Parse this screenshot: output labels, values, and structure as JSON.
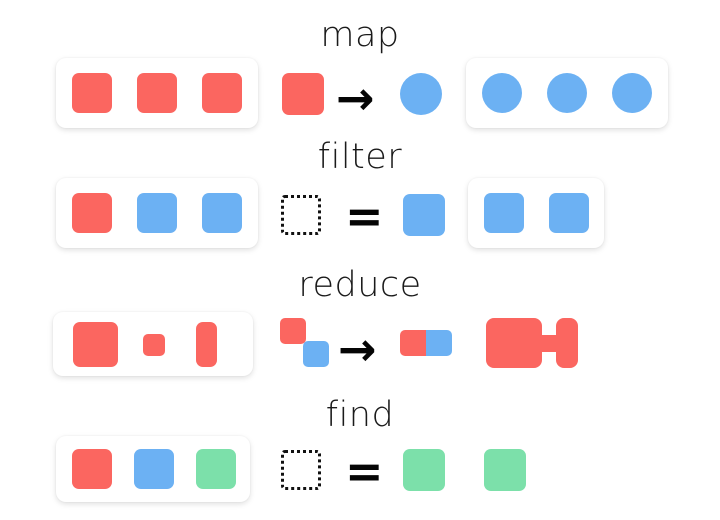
{
  "diagram": {
    "title_font_color": "#1a1a1a",
    "background": "#ffffff"
  },
  "palette": {
    "red": "#fb6660",
    "blue": "#6cb1f3",
    "green": "#7ce0aa",
    "outline": "#111111",
    "card_bg": "#ffffff"
  },
  "rows": [
    {
      "label": "map",
      "input": {
        "type": "card",
        "items": [
          {
            "shape": "square",
            "color": "#fb6660"
          },
          {
            "shape": "square",
            "color": "#fb6660"
          },
          {
            "shape": "square",
            "color": "#fb6660"
          }
        ]
      },
      "operation": {
        "kind": "transform",
        "operator": "→",
        "from": {
          "shape": "square",
          "color": "#fb6660"
        },
        "to": {
          "shape": "circle",
          "color": "#6cb1f3"
        }
      },
      "output": {
        "type": "card",
        "items": [
          {
            "shape": "circle",
            "color": "#6cb1f3"
          },
          {
            "shape": "circle",
            "color": "#6cb1f3"
          },
          {
            "shape": "circle",
            "color": "#6cb1f3"
          }
        ]
      }
    },
    {
      "label": "filter",
      "input": {
        "type": "card",
        "items": [
          {
            "shape": "square",
            "color": "#fb6660"
          },
          {
            "shape": "square",
            "color": "#6cb1f3"
          },
          {
            "shape": "square",
            "color": "#6cb1f3"
          }
        ]
      },
      "operation": {
        "kind": "predicate",
        "operator": "=",
        "from": {
          "shape": "dashed-square",
          "color": "transparent"
        },
        "to": {
          "shape": "square",
          "color": "#6cb1f3"
        }
      },
      "output": {
        "type": "card",
        "items": [
          {
            "shape": "square",
            "color": "#6cb1f3"
          },
          {
            "shape": "square",
            "color": "#6cb1f3"
          }
        ]
      }
    },
    {
      "label": "reduce",
      "input": {
        "type": "card",
        "items": [
          {
            "shape": "square-large",
            "color": "#fb6660"
          },
          {
            "shape": "square-small",
            "color": "#fb6660"
          },
          {
            "shape": "rect-tall",
            "color": "#fb6660"
          }
        ]
      },
      "operation": {
        "kind": "accumulate",
        "operator": "→",
        "from": [
          {
            "shape": "square-small",
            "color": "#fb6660"
          },
          {
            "shape": "square-small",
            "color": "#6cb1f3"
          }
        ],
        "to": [
          {
            "shape": "square-small",
            "color": "#fb6660"
          },
          {
            "shape": "square-small",
            "color": "#6cb1f3"
          }
        ]
      },
      "output": {
        "type": "bare",
        "items": [
          {
            "shape": "merged-blob",
            "color": "#fb6660"
          }
        ]
      }
    },
    {
      "label": "find",
      "input": {
        "type": "card",
        "items": [
          {
            "shape": "square",
            "color": "#fb6660"
          },
          {
            "shape": "square",
            "color": "#6cb1f3"
          },
          {
            "shape": "square",
            "color": "#7ce0aa"
          }
        ]
      },
      "operation": {
        "kind": "predicate",
        "operator": "=",
        "from": {
          "shape": "dashed-square",
          "color": "transparent"
        },
        "to": {
          "shape": "square",
          "color": "#7ce0aa"
        }
      },
      "output": {
        "type": "bare",
        "items": [
          {
            "shape": "square",
            "color": "#7ce0aa"
          }
        ]
      }
    }
  ]
}
